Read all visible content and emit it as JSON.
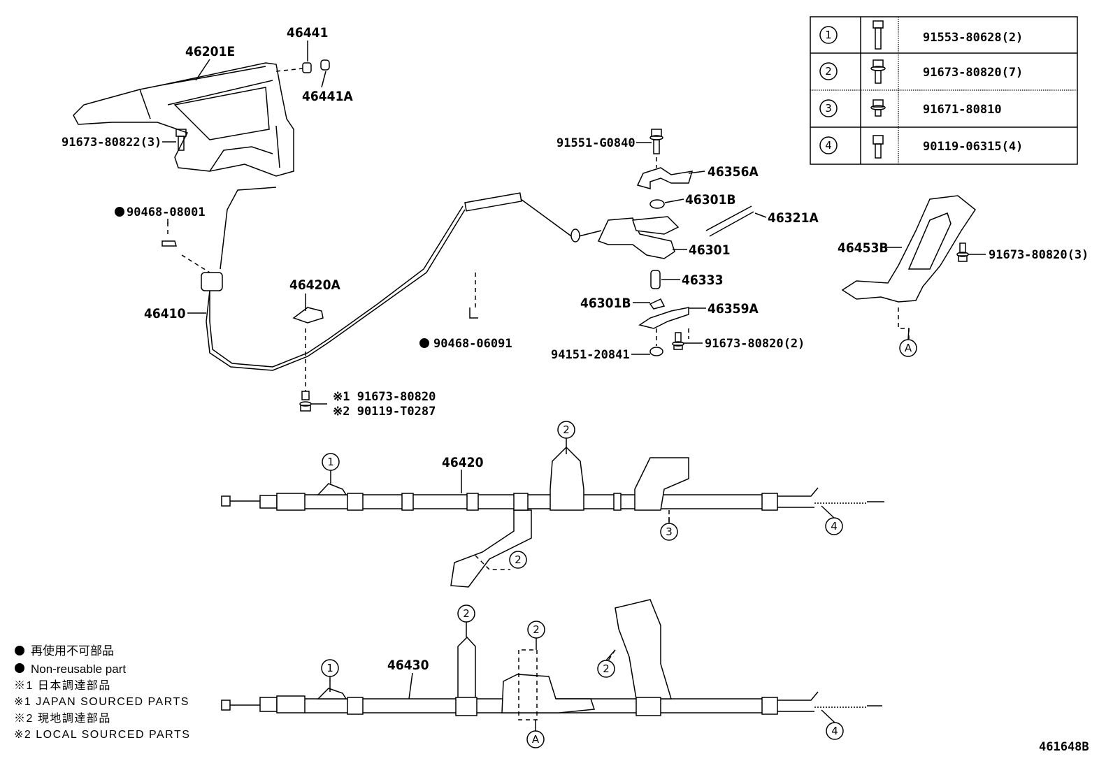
{
  "diagram_id": "461648B",
  "table": {
    "rows": [
      {
        "ref": "1",
        "icon": "long-flange-bolt-icon",
        "part": "91553-80628(2)"
      },
      {
        "ref": "2",
        "icon": "flange-bolt-icon",
        "part": "91673-80820(7)"
      },
      {
        "ref": "3",
        "icon": "short-flange-bolt-icon",
        "part": "91671-80810"
      },
      {
        "ref": "4",
        "icon": "bolt-icon",
        "part": "90119-06315(4)"
      }
    ]
  },
  "labels": {
    "lever": "46201E",
    "cap": "46441",
    "cap_a": "46441A",
    "lever_bolt": "91673-80822(3)",
    "clip1": "90468-08001",
    "cable_front": "46410",
    "bracket_a": "46420A",
    "clip2": "90468-06091",
    "bolt_note1": "※1 91673-80820",
    "bolt_note2": "※2 90119-T0287",
    "equalizer_bolt": "91551-G0840",
    "retainer_upper": "46356A",
    "bushing_upper": "46301B",
    "spring": "46321A",
    "equalizer": "46301",
    "collar": "46333",
    "bushing_lower": "46301B",
    "retainer_lower": "46359A",
    "retainer_bolt": "91673-80820(2)",
    "nut": "94151-20841",
    "bracket_b": "46453B",
    "bracket_bolt": "91673-80820(3)",
    "cable_rh": "46420",
    "cable_lh": "46430"
  },
  "callouts": {
    "one": "1",
    "two": "2",
    "three": "3",
    "four": "4",
    "a": "A"
  },
  "legend": {
    "non_reusable_jp": "再使用不可部品",
    "non_reusable_en": "Non-reusable part",
    "japan_jp": "※1 日本調達部品",
    "japan_en": "※1 JAPAN SOURCED PARTS",
    "local_jp": "※2 現地調達部品",
    "local_en": "※2 LOCAL SOURCED PARTS"
  }
}
